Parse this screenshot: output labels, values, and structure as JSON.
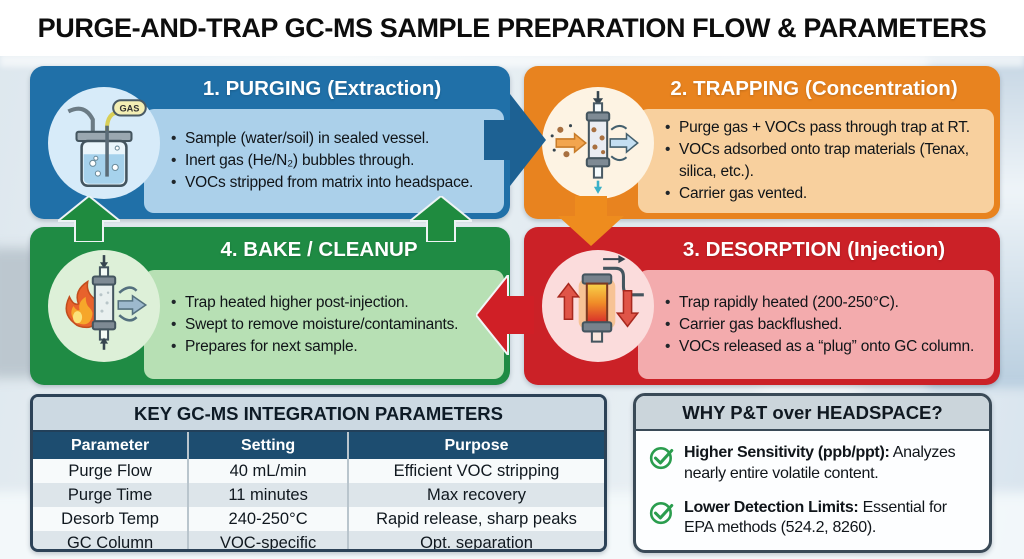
{
  "title": "PURGE-AND-TRAP GC-MS SAMPLE PREPARATION FLOW & PARAMETERS",
  "flow": {
    "gas_label": "GAS",
    "cards": [
      {
        "step": "1. PURGING",
        "qualifier": "(Extraction)",
        "icon": "gas-purge-vessel-icon",
        "bullets": [
          "Sample (water/soil) in sealed vessel.",
          "Inert gas (He/N₂) bubbles through.",
          "VOCs stripped from matrix into headspace."
        ]
      },
      {
        "step": "2. TRAPPING",
        "qualifier": "(Concentration)",
        "icon": "trap-column-icon",
        "bullets": [
          "Purge gas + VOCs pass through trap at RT.",
          "VOCs adsorbed onto trap materials (Tenax, silica, etc.).",
          "Carrier gas vented."
        ]
      },
      {
        "step": "3. DESORPTION",
        "qualifier": "(Injection)",
        "icon": "heated-trap-icon",
        "bullets": [
          "Trap rapidly heated (200-250°C).",
          "Carrier gas backflushed.",
          "VOCs released as a “plug” onto GC column."
        ]
      },
      {
        "step": "4. BAKE / CLEANUP",
        "qualifier": "",
        "icon": "flame-trap-icon",
        "bullets": [
          "Trap heated higher post-injection.",
          "Swept to remove moisture/contaminants.",
          "Prepares for next sample."
        ]
      }
    ]
  },
  "parameters_table": {
    "title": "KEY GC-MS INTEGRATION PARAMETERS",
    "columns": [
      "Parameter",
      "Setting",
      "Purpose"
    ],
    "rows": [
      [
        "Purge Flow",
        "40 mL/min",
        "Efficient VOC stripping"
      ],
      [
        "Purge Time",
        "11 minutes",
        "Max recovery"
      ],
      [
        "Desorb Temp",
        "240-250°C",
        "Rapid release, sharp peaks"
      ],
      [
        "GC Column",
        "VOC-specific",
        "Opt. separation"
      ]
    ]
  },
  "why_panel": {
    "title": "WHY P&T over HEADSPACE?",
    "items": [
      {
        "lead": "Higher Sensitivity (ppb/ppt):",
        "text": "Analyzes nearly entire volatile content."
      },
      {
        "lead": "Lower Detection Limits:",
        "text": "Essential for EPA methods (524.2, 8260)."
      }
    ]
  },
  "colors": {
    "purging_dark": "#2070a8",
    "purging_light": "#abd0ea",
    "trapping_dark": "#e8831f",
    "trapping_light": "#f8d09e",
    "desorption_dark": "#cb2127",
    "desorption_light": "#f3abad",
    "bake_dark": "#1f8b44",
    "bake_light": "#b7e0b4",
    "table_header": "#1d4d70",
    "panel_border": "#2c4257",
    "check_green": "#2a9d4e"
  }
}
